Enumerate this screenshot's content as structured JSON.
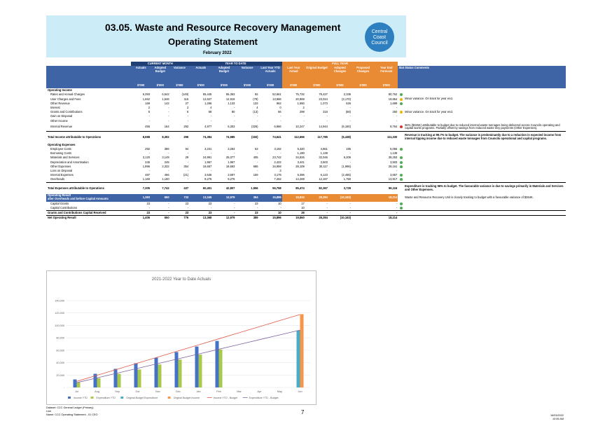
{
  "header": {
    "title": "03.05.  Waste and Resource Recovery Management",
    "subtitle": "Operating Statement",
    "period": "February 2022",
    "logo_lines": [
      "Central",
      "Coast",
      "Council"
    ],
    "logo_color": "#2e7fbf"
  },
  "groups": {
    "current_month": "CURRENT MONTH",
    "ytd": "YEAR TO DATE",
    "full_year": "FULL YEAR"
  },
  "columns": [
    "Actuals",
    "Adopted Budget",
    "Variance",
    "Actuals",
    "Adopted Budget",
    "Variance",
    "Last Year YTD Actuals",
    "Last Year Actual",
    "Original Budget",
    "Adopted Changes",
    "Proposed Changes",
    "Year End Forecast",
    "Status",
    "Status Comments"
  ],
  "units": [
    "$'000",
    "$'000",
    "$'000",
    "$'000",
    "$'000",
    "$'000",
    "$'000",
    "$'000",
    "$'000",
    "$'000",
    "$'000",
    "$'000"
  ],
  "rows": [
    {
      "label": "Operating Income",
      "kind": "sec",
      "v": [
        "",
        "",
        "",
        "",
        "",
        "",
        "",
        "",
        "",
        "",
        "",
        "",
        ""
      ],
      "status": "",
      "comment": ""
    },
    {
      "label": "Rates and Annual Charges",
      "kind": "item",
      "v": [
        "6,393",
        "6,542",
        "(149)",
        "55,445",
        "55,353",
        "92",
        "52,661",
        "75,732",
        "78,427",
        "2,335",
        "",
        "80,762"
      ],
      "status": "green",
      "comment": ""
    },
    {
      "label": "User Charges and Fees",
      "kind": "item",
      "v": [
        "1,662",
        "1,546",
        "116",
        "12,627",
        "12,916",
        "(79)",
        "13,966",
        "20,969",
        "23,024",
        "(3,170)",
        "",
        "19,854"
      ],
      "status": "amber",
      "comment": "Minor variance. On track for year end."
    },
    {
      "label": "Other Revenue",
      "kind": "item",
      "v": [
        "169",
        "142",
        "27",
        "1,266",
        "1,133",
        "133",
        "962",
        "1,680",
        "1,073",
        "626",
        "",
        "1,699"
      ],
      "status": "green",
      "comment": ""
    },
    {
      "label": "Interest",
      "kind": "item",
      "v": [
        "2",
        "-",
        "2",
        "4",
        "-",
        "4",
        "0",
        "2",
        "-",
        "-",
        "",
        "-"
      ],
      "status": "",
      "comment": ""
    },
    {
      "label": "Grants and Contributions",
      "kind": "item",
      "v": [
        "6",
        "-",
        "6",
        "68",
        "80",
        "(13)",
        "66",
        "299",
        "318",
        "(68)",
        "",
        "250"
      ],
      "status": "amber",
      "comment": "Minor variance. On track for year end."
    },
    {
      "label": "Gain on Disposal",
      "kind": "item",
      "v": [
        "-",
        "-",
        "-",
        "-",
        "-",
        "-",
        "-",
        "-",
        "-",
        "-",
        "",
        "-"
      ],
      "status": "",
      "comment": ""
    },
    {
      "label": "Other Income",
      "kind": "item",
      "v": [
        "-",
        "-",
        "-",
        "-",
        "-",
        "-",
        "-",
        "-",
        "-",
        "-",
        "",
        "-"
      ],
      "status": "",
      "comment": ""
    },
    {
      "label": "Internal Revenue",
      "kind": "item-tall",
      "v": [
        "456",
        "164",
        "292",
        "4,977",
        "5,303",
        "(326)",
        "6,966",
        "10,247",
        "14,944",
        "(6,160)",
        "",
        "8,764"
      ],
      "status": "red",
      "comment": "96% ($326K) attributable to budget due to reduced internal waste tonnages being delivered across Councils operating and capital works programs. Partially offset by savings from reduced waste levy payments (Other Expenses)."
    },
    {
      "label": "Total Income attributable to Operations",
      "kind": "total-tall",
      "v": [
        "8,688",
        "8,392",
        "296",
        "74,384",
        "74,985",
        "(192)",
        "74,641",
        "112,666",
        "117,785",
        "(6,438)",
        "",
        "111,330"
      ],
      "status": "",
      "comment": "Revenue is tracking at 99.7% to budget. The variance is predominantly due to a reduction in expected income from internal tipping income due to reduced waste tonnages from Councils operational and capital programs."
    },
    {
      "label": "Operating Expenses",
      "kind": "sec",
      "v": [
        "",
        "",
        "",
        "",
        "",
        "",
        "",
        "",
        "",
        "",
        "",
        "",
        ""
      ],
      "status": "",
      "comment": ""
    },
    {
      "label": "Employee Costs",
      "kind": "item",
      "v": [
        "292",
        "386",
        "94",
        "3,231",
        "3,284",
        "53",
        "3,192",
        "5,320",
        "4,861",
        "195",
        "",
        "5,056"
      ],
      "status": "green",
      "comment": ""
    },
    {
      "label": "Borrowing Costs",
      "kind": "item",
      "v": [
        "-",
        "-",
        "-",
        "-",
        "-",
        "-",
        "-",
        "1,190",
        "1,139",
        "-",
        "",
        "1,139"
      ],
      "status": "",
      "comment": ""
    },
    {
      "label": "Materials and Services",
      "kind": "item",
      "v": [
        "3,120",
        "3,149",
        "29",
        "24,991",
        "25,077",
        "405",
        "23,742",
        "34,826",
        "32,046",
        "6,206",
        "",
        "38,253"
      ],
      "status": "green",
      "comment": ""
    },
    {
      "label": "Depreciation and Amortisation",
      "kind": "item",
      "v": [
        "245",
        "245",
        "-",
        "1,967",
        "1,967",
        "-",
        "2,422",
        "3,441",
        "3,503",
        "-",
        "",
        "3,503"
      ],
      "status": "green",
      "comment": ""
    },
    {
      "label": "Other Expenses",
      "kind": "item",
      "v": [
        "1,996",
        "2,332",
        "354",
        "18,657",
        "18,693",
        "686",
        "16,959",
        "28,109",
        "30,117",
        "(1,996)",
        "",
        "28,161"
      ],
      "status": "green",
      "comment": ""
    },
    {
      "label": "Loss on Disposal",
      "kind": "item",
      "v": [
        "-",
        "-",
        "-",
        "-",
        "-",
        "-",
        "3",
        "-",
        "-",
        "-",
        "",
        "-"
      ],
      "status": "",
      "comment": ""
    },
    {
      "label": "Internal Expenses",
      "kind": "item",
      "v": [
        "487",
        "466",
        "(21)",
        "3,536",
        "3,697",
        "159",
        "3,179",
        "5,396",
        "6,123",
        "(2,465)",
        "",
        "3,657"
      ],
      "status": "green",
      "comment": ""
    },
    {
      "label": "Overheads",
      "kind": "item",
      "v": [
        "1,160",
        "1,160",
        "-",
        "9,276",
        "9,276",
        "-",
        "7,262",
        "14,269",
        "12,167",
        "1,750",
        "",
        "13,917"
      ],
      "status": "green",
      "comment": ""
    },
    {
      "label": "Total Expenses attributable to Operations",
      "kind": "total-tall",
      "v": [
        "7,305",
        "7,742",
        "437",
        "60,401",
        "42,807",
        "1,556",
        "56,758",
        "85,474",
        "82,367",
        "3,729",
        "",
        "96,116"
      ],
      "status": "",
      "comment": "Expenditure is tracking 96% to budget. The favourable variance is due to savings primarily in Materials and Services and Other Expenses."
    },
    {
      "label": "Operating Result",
      "label2": "after Overheads and before Capital Amounts",
      "kind": "op",
      "v": [
        "1,383",
        "650",
        "733",
        "13,345",
        "12,979",
        "364",
        "15,886",
        "18,834",
        "28,394",
        "(10,163)",
        "",
        "18,214"
      ],
      "status": "",
      "comment": "Waste and Resource Recovery Unit is closely tracking to budget with a favourable variance of $364K."
    },
    {
      "label": "Capital Grants",
      "kind": "item",
      "v": [
        "23",
        "-",
        "23",
        "23",
        "-",
        "23",
        "10",
        "17",
        "-",
        "-",
        "",
        "-"
      ],
      "status": "green",
      "comment": ""
    },
    {
      "label": "Capital Contributions",
      "kind": "item",
      "v": [
        "-",
        "-",
        "-",
        "-",
        "-",
        "-",
        "-",
        "10",
        "-",
        "-",
        "",
        "-"
      ],
      "status": "green",
      "comment": ""
    },
    {
      "label": "Grants and Contributions Capital Received",
      "kind": "total",
      "v": [
        "23",
        "-",
        "23",
        "23",
        "-",
        "23",
        "10",
        "26",
        "-",
        "-",
        "",
        "-"
      ],
      "status": "",
      "comment": ""
    },
    {
      "label": "Net Operating Result",
      "kind": "total",
      "v": [
        "1,406",
        "650",
        "776",
        "13,368",
        "12,979",
        "389",
        "15,896",
        "19,860",
        "28,394",
        "(10,163)",
        "",
        "18,214"
      ],
      "status": "",
      "comment": ""
    }
  ],
  "status_colors": {
    "green": "#4caf50",
    "amber": "#f0b400",
    "red": "#d9342b"
  },
  "chart_data": {
    "type": "bar",
    "title": "2021-2022 Year to Date Actuals",
    "categories": [
      "Jul",
      "Aug",
      "Sep",
      "Oct",
      "Nov",
      "Dec",
      "Jan",
      "Feb",
      "Mar",
      "Apr",
      "May",
      "Jun"
    ],
    "ylim": [
      0,
      140000
    ],
    "yticks": [
      0,
      20000,
      40000,
      60000,
      80000,
      100000,
      120000,
      140000
    ],
    "ytick_labels": [
      "-",
      "20,000",
      "40,000",
      "60,000",
      "80,000",
      "100,000",
      "120,000",
      "140,000"
    ],
    "series": [
      {
        "name": "Income YTD",
        "type": "bar",
        "color": "#4472c4",
        "values": [
          13000,
          22000,
          30000,
          39000,
          48000,
          57000,
          66000,
          75000,
          null,
          null,
          null,
          null
        ]
      },
      {
        "name": "Expenditure YTD",
        "type": "bar",
        "color": "#a9c94d",
        "values": [
          8000,
          15000,
          22000,
          29000,
          37000,
          45000,
          53000,
          61000,
          null,
          null,
          null,
          null
        ]
      },
      {
        "name": "Original Budget Expenditure",
        "type": "bar",
        "color": "#4bacc6",
        "values": [
          null,
          null,
          null,
          null,
          null,
          null,
          null,
          null,
          null,
          null,
          null,
          92000
        ]
      },
      {
        "name": "Original Budget Income",
        "type": "bar",
        "color": "#f79646",
        "values": [
          null,
          null,
          null,
          null,
          null,
          null,
          null,
          null,
          null,
          null,
          null,
          118000
        ]
      },
      {
        "name": "Income YTD - Budget",
        "type": "line",
        "color": "#e05a47",
        "values": [
          9800,
          19600,
          29400,
          39200,
          49000,
          58800,
          68600,
          78400,
          88200,
          98000,
          107800,
          117600
        ]
      },
      {
        "name": "Expenditure YTD - Budget",
        "type": "line",
        "color": "#8064a2",
        "values": [
          7700,
          15400,
          23100,
          30800,
          38500,
          46200,
          53900,
          61600,
          69300,
          77000,
          84700,
          92400
        ]
      }
    ]
  },
  "page_number": "7",
  "footer": {
    "left": [
      "Dataset: CCC General Ledger (Primary)",
      "Line",
      "Name: CCC Operating Statement - 01 CEO"
    ],
    "right": [
      "16/03/2022",
      "10:06 AM"
    ]
  }
}
